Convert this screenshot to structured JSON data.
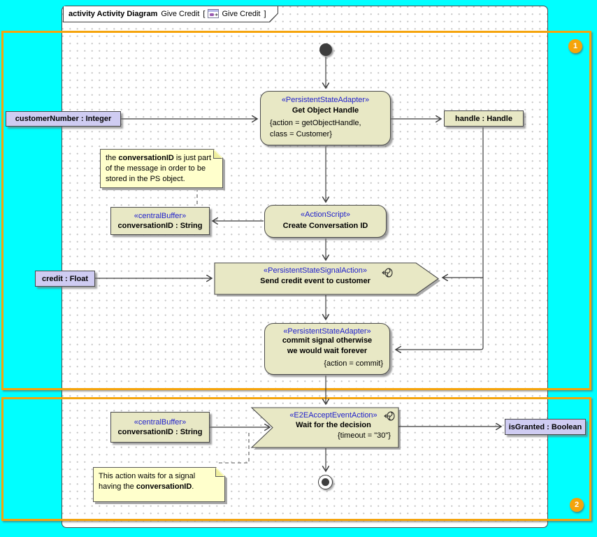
{
  "frame_title": {
    "keyword": "activity Activity Diagram",
    "name": "Give Credit",
    "bracket_open": "[",
    "ref_name": "Give Credit",
    "bracket_close": "]"
  },
  "groups": {
    "badge1": "1",
    "badge2": "2"
  },
  "nodes": {
    "get_object_handle": {
      "stereotype": "«PersistentStateAdapter»",
      "name": "Get Object Handle",
      "constraint_line1": "{action = getObjectHandle,",
      "constraint_line2": "class = Customer}"
    },
    "create_conversation_id": {
      "stereotype": "«ActionScript»",
      "name": "Create Conversation ID"
    },
    "central_buffer_1": {
      "stereotype": "«centralBuffer»",
      "name": "conversationID : String"
    },
    "send_credit_event": {
      "stereotype": "«PersistentStateSignalAction»",
      "name": "Send credit event to customer"
    },
    "commit_signal": {
      "stereotype": "«PersistentStateAdapter»",
      "name_line1": "commit signal otherwise",
      "name_line2": "we would wait forever",
      "constraint": "{action = commit}"
    },
    "wait_for_decision": {
      "stereotype": "«E2EAcceptEventAction»",
      "name": "Wait for the decision",
      "constraint": "{timeout = \"30\"}"
    },
    "central_buffer_2": {
      "stereotype": "«centralBuffer»",
      "name": "conversationID : String"
    }
  },
  "pins": {
    "customer_number": "customerNumber : Integer",
    "handle": "handle : Handle",
    "credit": "credit : Float",
    "is_granted": "isGranted : Boolean"
  },
  "notes": {
    "note1": {
      "pre": "the ",
      "bold": "conversationID",
      "post": " is just part of the message in order to be stored in the PS object."
    },
    "note2": {
      "pre": "This action waits for a signal having the ",
      "bold": "conversationID",
      "post": "."
    }
  },
  "colors": {
    "canvas_cyan": "#00ffff",
    "group_orange": "#f5a40c",
    "node_beige": "#e8e8c5",
    "pin_lavender": "#cfccf2",
    "note_yellow": "#ffffcc",
    "stereotype_blue": "#2020cc",
    "edge_gray": "#3c3c3c"
  }
}
